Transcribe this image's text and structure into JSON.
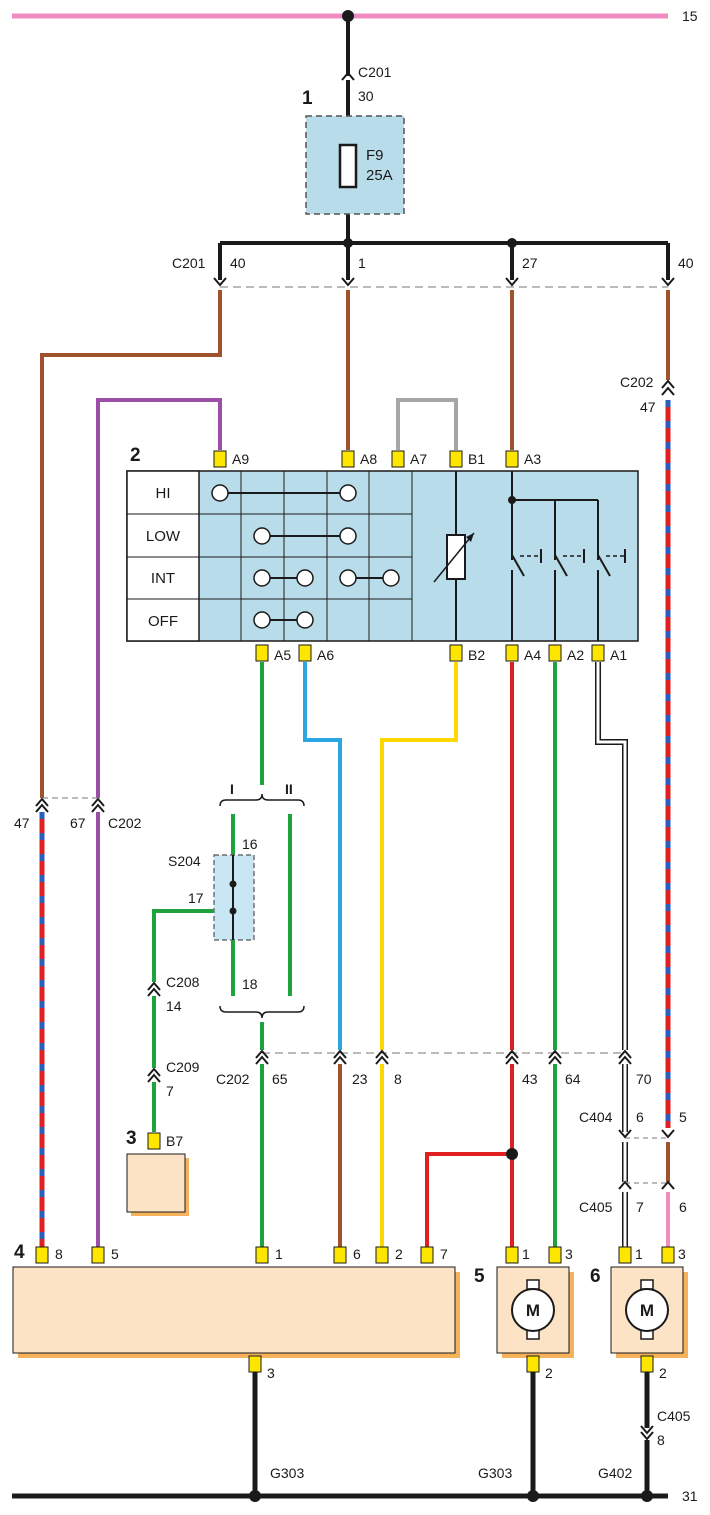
{
  "rails": {
    "top": "15",
    "bottom": "31"
  },
  "fuse_block": {
    "number": "1",
    "fuse_id": "F9",
    "fuse_rating": "25A",
    "connector": "C201",
    "pin": "30"
  },
  "top_branch": {
    "connector": "C201",
    "pins": [
      "40",
      "1",
      "27",
      "40"
    ]
  },
  "switch": {
    "number": "2",
    "pins_top": [
      "A9",
      "A8",
      "A7",
      "B1",
      "A3"
    ],
    "pins_bottom": [
      "A5",
      "A6",
      "B2",
      "A4",
      "A2",
      "A1"
    ],
    "modes": [
      "HI",
      "LOW",
      "INT",
      "OFF"
    ]
  },
  "c202_right": {
    "connector": "C202",
    "pin": "47"
  },
  "c202_left": {
    "connector": "C202",
    "pin_a": "47",
    "pin_b": "67"
  },
  "variants": {
    "i": "I",
    "ii": "II"
  },
  "splice": {
    "id": "S204",
    "pin_16": "16",
    "pin_17": "17",
    "pin_18": "18"
  },
  "c208": {
    "connector": "C208",
    "pin": "14"
  },
  "c209": {
    "connector": "C209",
    "pin": "7"
  },
  "relay3": {
    "number": "3",
    "pin": "B7"
  },
  "c202_mid": {
    "connector": "C202",
    "pins": [
      "65",
      "23",
      "8",
      "43",
      "64",
      "70"
    ]
  },
  "c404": {
    "connector": "C404",
    "pin_a": "6",
    "pin_b": "5"
  },
  "c405": {
    "connector": "C405",
    "pin_a": "7",
    "pin_b": "6"
  },
  "module4": {
    "number": "4",
    "pins": [
      "8",
      "5",
      "1",
      "6",
      "2",
      "7"
    ],
    "ground_pin": "3"
  },
  "motor5": {
    "number": "5",
    "pins": [
      "1",
      "3"
    ],
    "ground_pin": "2",
    "symbol": "M"
  },
  "motor6": {
    "number": "6",
    "pins": [
      "1",
      "3"
    ],
    "ground_pin": "2",
    "symbol": "M"
  },
  "c405_bottom": {
    "connector": "C405",
    "pin": "8"
  },
  "grounds": [
    "G303",
    "G303",
    "G402"
  ],
  "colors": {
    "brown": "#a0522d",
    "purple": "#9b4fa6",
    "green": "#1fa33c",
    "blue": "#2aa7e0",
    "yellow": "#ffd700",
    "red": "#e02020",
    "pink": "#f08cc0",
    "black": "#1a1a1a",
    "grey": "#a6a6a6",
    "switch_fill": "#b9dcea",
    "module_fill": "#fde3c5",
    "pin_fill": "#ffe600"
  }
}
